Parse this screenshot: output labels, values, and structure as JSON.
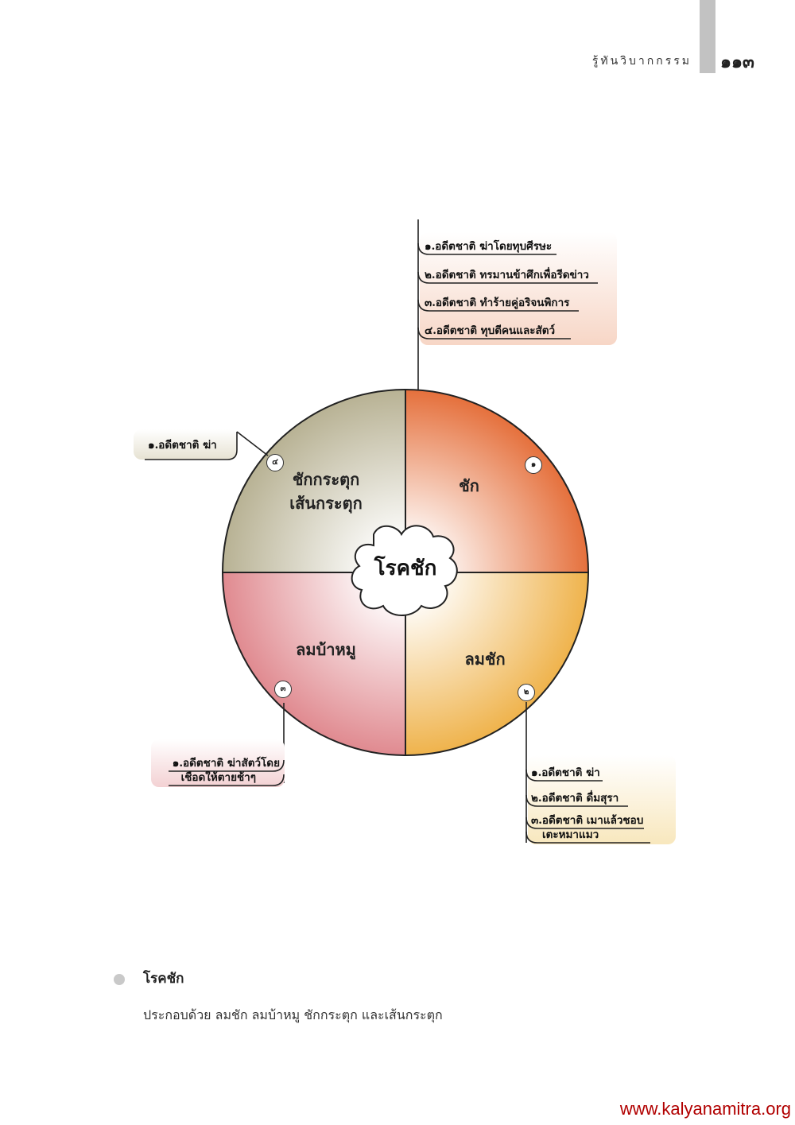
{
  "header": {
    "title": "รู้ทันวิบากกรรม",
    "page_number": "๑๑๓"
  },
  "diagram": {
    "center_label": "โรคชัก",
    "quadrants": [
      {
        "number": "๑",
        "label": "ชัก",
        "color": "#e5703c"
      },
      {
        "number": "๒",
        "label": "ลมชัก",
        "color": "#efb34c"
      },
      {
        "number": "๓",
        "label": "ลมบ้าหมู",
        "color": "#e08a90"
      },
      {
        "number": "๔",
        "label": "ชักกระตุกเส้นกระตุก",
        "label_line1": "ชักกระตุก",
        "label_line2": "เส้นกระตุก",
        "color": "#c2bca1"
      }
    ],
    "causes": {
      "q1": [
        "๑.อดีตชาติ ฆ่าโดยทุบศีรษะ",
        "๒.อดีตชาติ ทรมานข้าศึกเพื่อรีดข่าว",
        "๓.อดีตชาติ ทำร้ายคู่อริจนพิการ",
        "๔.อดีตชาติ ทุบตีคนและสัตว์"
      ],
      "q2": [
        "๑.อดีตชาติ ฆ่า",
        "๒.อดีตชาติ ดื่มสุรา",
        "๓.อดีตชาติ เมาแล้วชอบ",
        "เตะหมาแมว"
      ],
      "q3": [
        "๑.อดีตชาติ ฆ่าสัตว์โดย",
        "เชือดให้ตายช้าๆ"
      ],
      "q4": [
        "๑.อดีตชาติ ฆ่า"
      ]
    }
  },
  "section": {
    "title": "โรคชัก",
    "body": "ประกอบด้วย ลมชัก ลมบ้าหมู ชักกระตุก และเส้นกระตุก"
  },
  "footer": {
    "url": "www.kalyanamitra.org"
  }
}
